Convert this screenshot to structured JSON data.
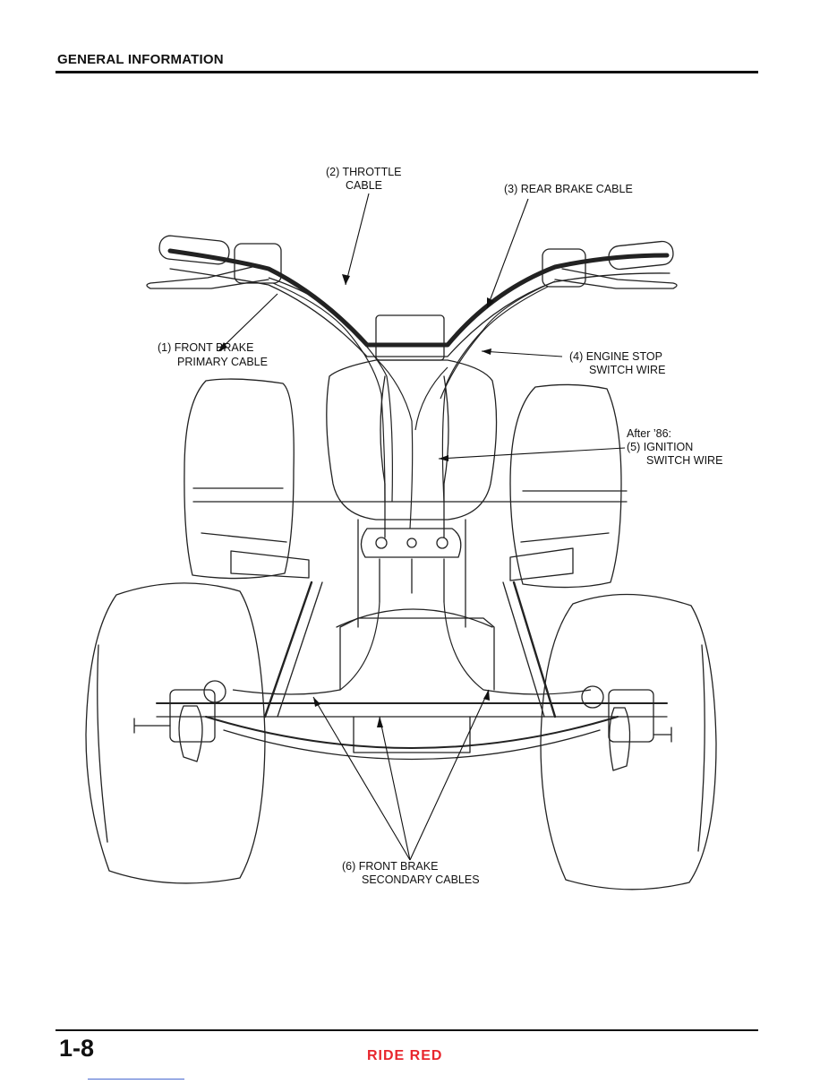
{
  "header": {
    "title": "GENERAL INFORMATION"
  },
  "footer": {
    "page_number": "1-8",
    "watermark": "RIDE RED",
    "watermark_color": "#e8262d"
  },
  "diagram": {
    "labels": {
      "throttle_1": "(2) THROTTLE",
      "throttle_2": "CABLE",
      "rear_brake": "(3) REAR BRAKE CABLE",
      "front_brake_1": "(1) FRONT BRAKE",
      "front_brake_2": "PRIMARY CABLE",
      "engine_stop_1": "(4) ENGINE STOP",
      "engine_stop_2": "SWITCH WIRE",
      "ignition_0": "After ’86:",
      "ignition_1": "(5) IGNITION",
      "ignition_2": "SWITCH WIRE",
      "secondary_1": "(6) FRONT BRAKE",
      "secondary_2": "SECONDARY CABLES"
    }
  }
}
